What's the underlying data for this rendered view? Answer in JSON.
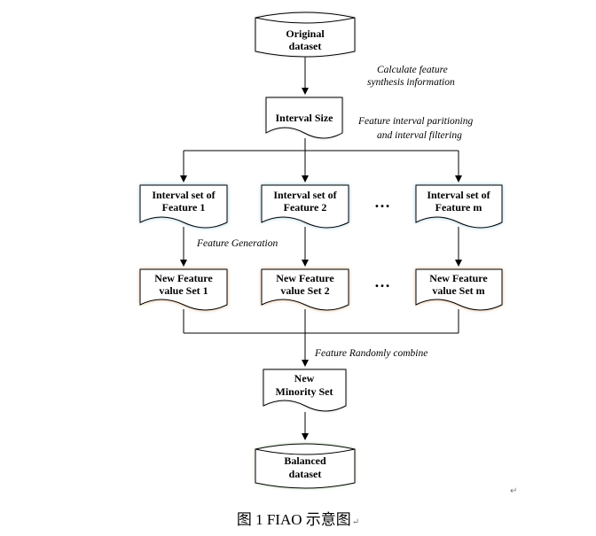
{
  "nodes": {
    "original_dataset": [
      "Original",
      "dataset"
    ],
    "interval_size": [
      "Interval Size"
    ],
    "interval_set_1": [
      "Interval set of",
      "Feature 1"
    ],
    "interval_set_2": [
      "Interval set of",
      "Feature 2"
    ],
    "interval_set_m": [
      "Interval set of",
      "Feature m"
    ],
    "new_feature_1": [
      "New Feature",
      "value Set 1"
    ],
    "new_feature_2": [
      "New Feature",
      "value Set 2"
    ],
    "new_feature_m": [
      "New Feature",
      "value Set m"
    ],
    "new_minority_set": [
      "New",
      "Minority Set"
    ],
    "balanced_dataset": [
      "Balanced",
      "dataset"
    ]
  },
  "annotations": {
    "calculate": [
      "Calculate feature",
      "synthesis information"
    ],
    "partitioning": [
      "Feature interval paritioning",
      "and interval filtering"
    ],
    "generation": "Feature Generation",
    "combine": "Feature Randomly combine"
  },
  "ellipsis": "…",
  "caption": "图 1 FIAO 示意图",
  "colors": {
    "interval_glow": "#7ab8d0",
    "feature_glow": "#d8a06a",
    "stroke": "#000000"
  }
}
